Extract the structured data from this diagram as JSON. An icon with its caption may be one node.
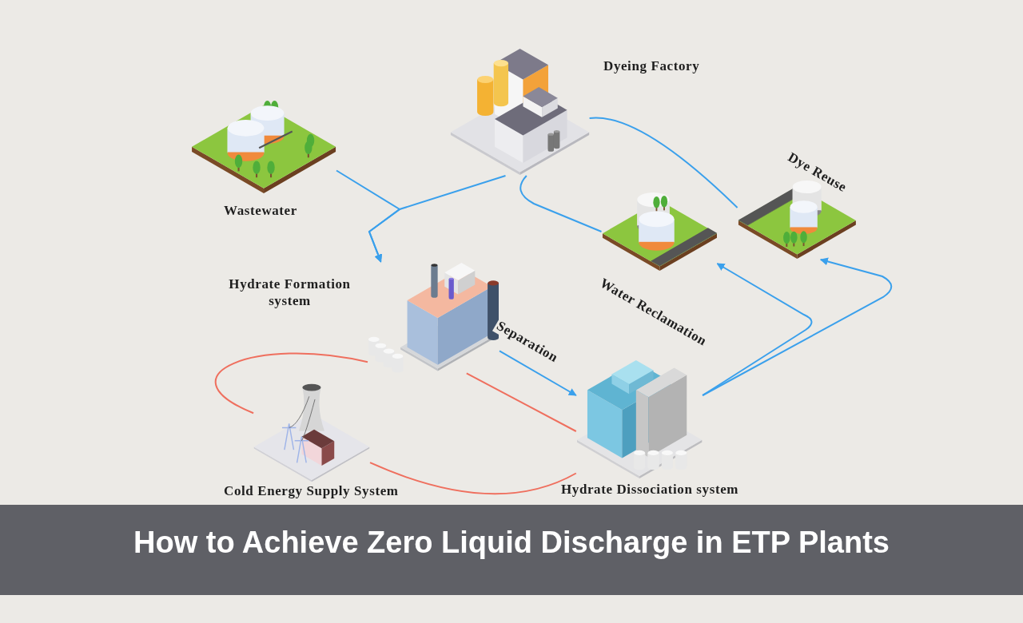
{
  "diagram": {
    "title": "How to Achieve Zero Liquid Discharge in ETP Plants",
    "nodes": [
      {
        "text": [
          "Dyeing Factory"
        ]
      },
      {
        "text": [
          "Wastewater"
        ]
      },
      {
        "text": [
          "Dye Reuse"
        ]
      },
      {
        "text": [
          "Water Reclamation"
        ]
      },
      {
        "text": [
          "Hydrate Formation system"
        ]
      },
      {
        "text": [
          "Hydrate Dissociation system"
        ]
      },
      {
        "text": [
          "Cold Energy Supply System"
        ]
      }
    ],
    "edges": [
      {
        "from": 1,
        "to": 4,
        "arrow": "to"
      },
      {
        "from": 0,
        "to": 4,
        "arrow": "to"
      },
      {
        "from": 4,
        "to": 5,
        "arrow": "to",
        "label": "Separation"
      },
      {
        "from": 5,
        "to": 3,
        "arrow": "to"
      },
      {
        "from": 5,
        "to": 2,
        "arrow": "to"
      },
      {
        "from": 0,
        "to": 2,
        "arrow": "none"
      },
      {
        "from": 0,
        "to": 3,
        "arrow": "none"
      },
      {
        "from": 4,
        "to": 6,
        "arrow": "none",
        "color": "#ef6f5e"
      },
      {
        "from": 4,
        "to": 5,
        "arrow": "none",
        "color": "#ef6f5e"
      },
      {
        "from": 6,
        "to": 5,
        "arrow": "none",
        "color": "#ef6f5e"
      }
    ]
  }
}
